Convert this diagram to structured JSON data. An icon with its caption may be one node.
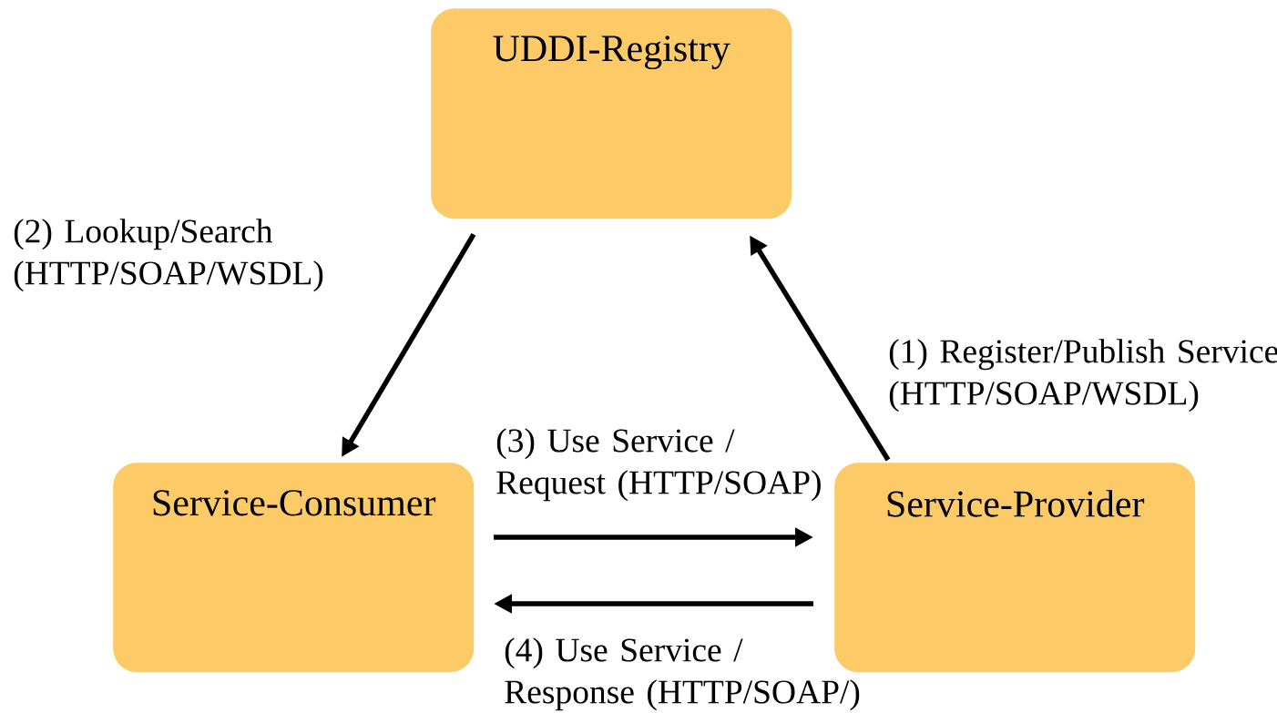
{
  "diagram": {
    "nodes": [
      {
        "text": [
          "UDDI-Registry"
        ]
      },
      {
        "text": [
          "Service-Consumer"
        ]
      },
      {
        "text": [
          "Service-Provider"
        ]
      }
    ],
    "edges": [
      {
        "from": 2,
        "to": 0,
        "arrow": "to",
        "label": "(1) Register/Publish Service (HTTP/SOAP/WSDL)"
      },
      {
        "from": 0,
        "to": 1,
        "arrow": "to",
        "label": "(2) Lookup/Search (HTTP/SOAP/WSDL)"
      },
      {
        "from": 1,
        "to": 2,
        "arrow": "to",
        "label": "(3) Use Service / Request (HTTP/SOAP)"
      },
      {
        "from": 2,
        "to": 1,
        "arrow": "to",
        "label": "(4) Use Service / Response (HTTP/SOAP/)"
      }
    ]
  }
}
